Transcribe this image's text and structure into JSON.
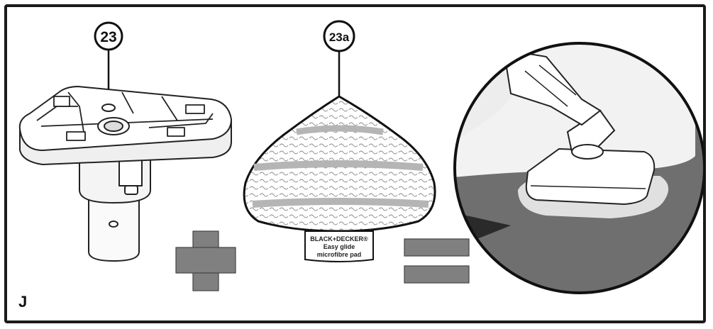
{
  "figure": {
    "panel_letter": "J",
    "callouts": {
      "base_part": "23",
      "pad_part": "23a"
    },
    "pad_label": {
      "line1": "BLACK+DECKER®",
      "line2": "Easy glide",
      "line3": "microfibre pad"
    },
    "operators": {
      "plus": "plus",
      "equals": "equals"
    },
    "colors": {
      "frame": "#1a1a1a",
      "operator_gray": "#808080",
      "floor_dark": "#6f6f6f",
      "floor_light": "#f0f0f0"
    }
  }
}
